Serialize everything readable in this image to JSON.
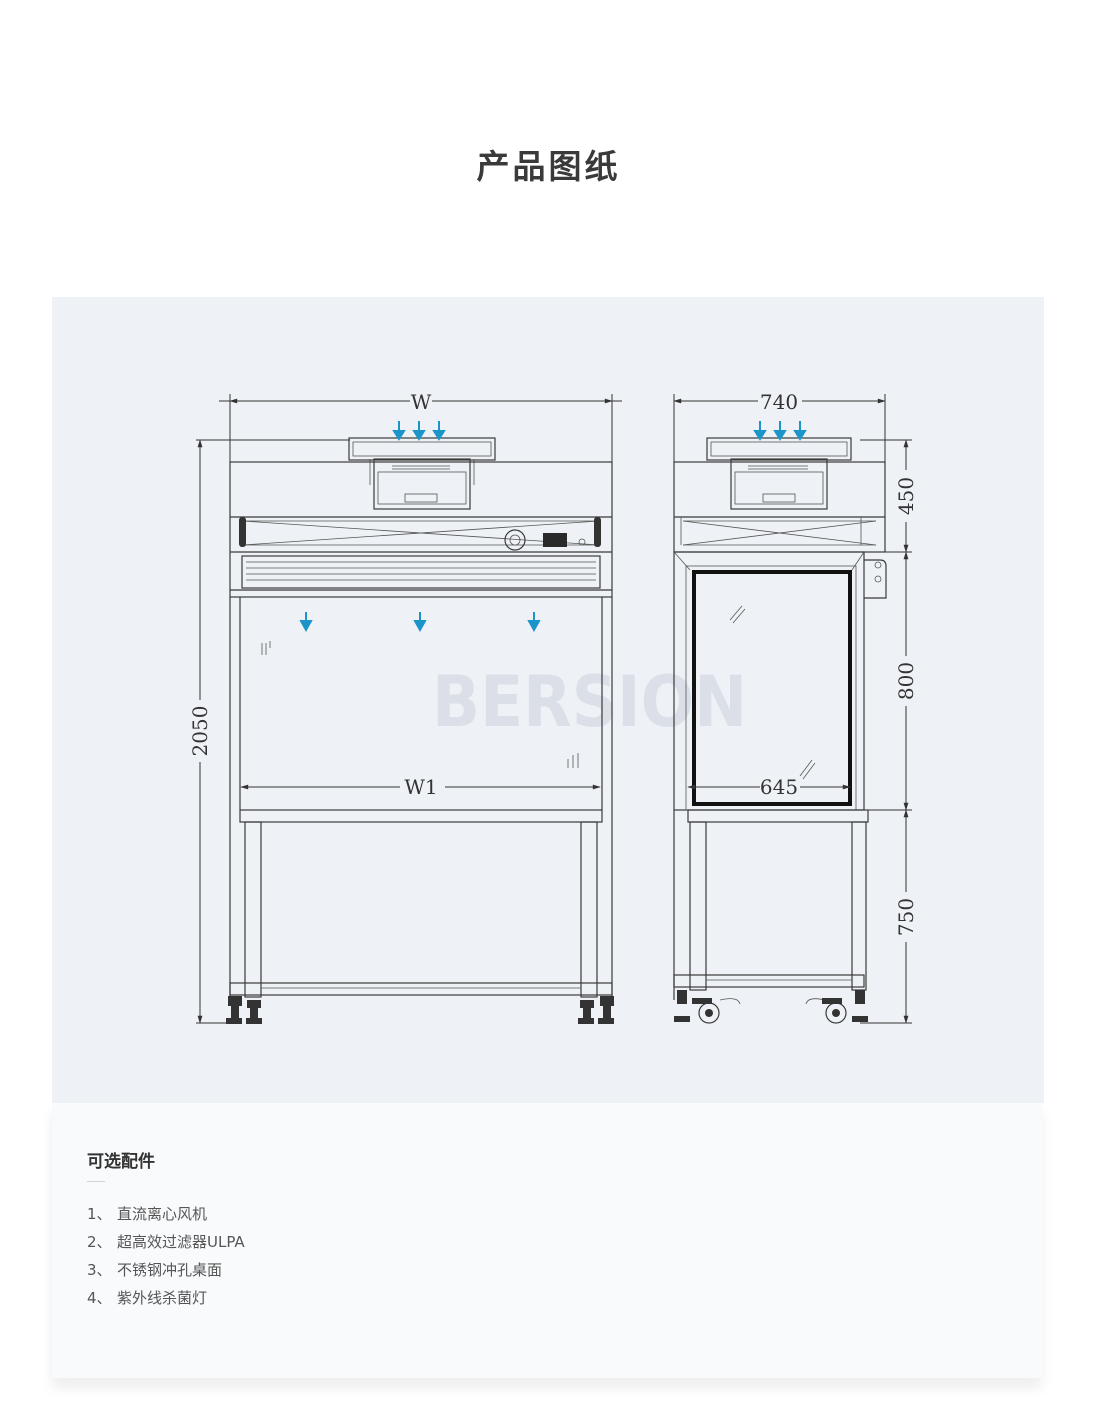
{
  "page_title": "产品图纸",
  "drawing": {
    "watermark": "BERSION",
    "front_width_label": "W",
    "front_inner_width_label": "W1",
    "front_height_label": "2050",
    "side_width_label": "740",
    "side_inner_width_label": "645",
    "side_top_height_label": "450",
    "side_mid_height_label": "800",
    "side_base_height_label": "750",
    "arrow_color": "#1b95c9"
  },
  "accessories": {
    "heading": "可选配件",
    "items": [
      {
        "num": "1、",
        "text": "直流离心风机"
      },
      {
        "num": "2、",
        "text": "超高效过滤器ULPA"
      },
      {
        "num": "3、",
        "text": "不锈钢冲孔桌面"
      },
      {
        "num": "4、",
        "text": "紫外线杀菌灯"
      }
    ]
  }
}
